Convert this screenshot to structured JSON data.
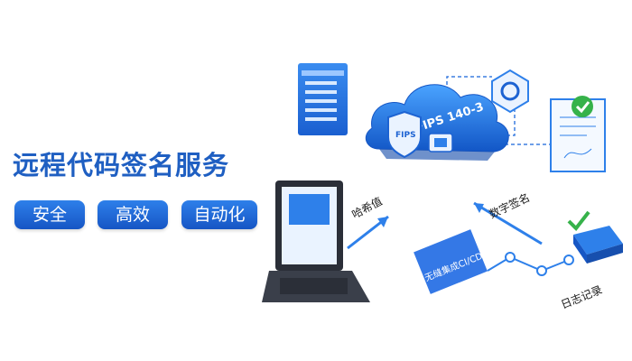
{
  "headline": "远程代码签名服务",
  "tags": [
    "安全",
    "高效",
    "自动化"
  ],
  "diagram": {
    "cloud_label": "FIPS 140-3",
    "shield_label": "FIPS",
    "hash_label": "哈希值",
    "signature_label": "数字签名",
    "cicd_label": "无缝集成CI/CD",
    "log_label": "日志记录"
  },
  "colors": {
    "primary": "#1f5fc2",
    "accent": "#2e80ea",
    "check": "#36b24a"
  }
}
